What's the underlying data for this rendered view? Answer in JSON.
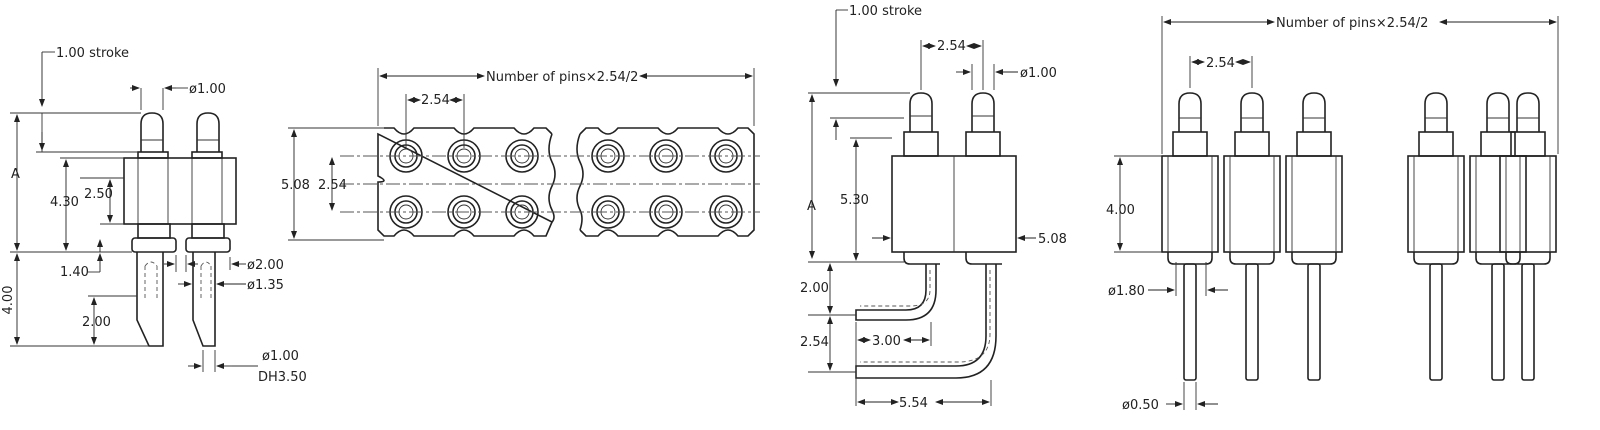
{
  "views": {
    "side_straight": {
      "stroke_note": "1.00 stroke",
      "pin_diameter": "ø1.00",
      "height_label": "A",
      "body_height": "4.30",
      "insulator_height": "2.50",
      "shoulder": "1.40",
      "tail_length": "4.00",
      "tail_taper": "2.00",
      "shoulder_diameter": "ø2.00",
      "tail_diameter": "ø1.35",
      "hole_diameter": "ø1.00",
      "hole_note": "DH3.50"
    },
    "top": {
      "width_formula": "Number of pins×2.54/2",
      "pitch": "2.54",
      "row_pitch": "2.54",
      "outline_height": "5.08"
    },
    "right_angle": {
      "stroke_note": "1.00 stroke",
      "pitch": "2.54",
      "pin_diameter": "ø1.00",
      "height_label": "A",
      "body_height": "5.30",
      "body_width": "5.08",
      "leg_drop": "2.00",
      "leg_offset": "3.00",
      "row_spacing": "2.54",
      "overall_width": "5.54"
    },
    "front": {
      "width_formula": "Number of pins×2.54/2",
      "pitch": "2.54",
      "body_height": "4.00",
      "body_diameter": "ø1.80",
      "tail_diameter": "ø0.50"
    }
  }
}
